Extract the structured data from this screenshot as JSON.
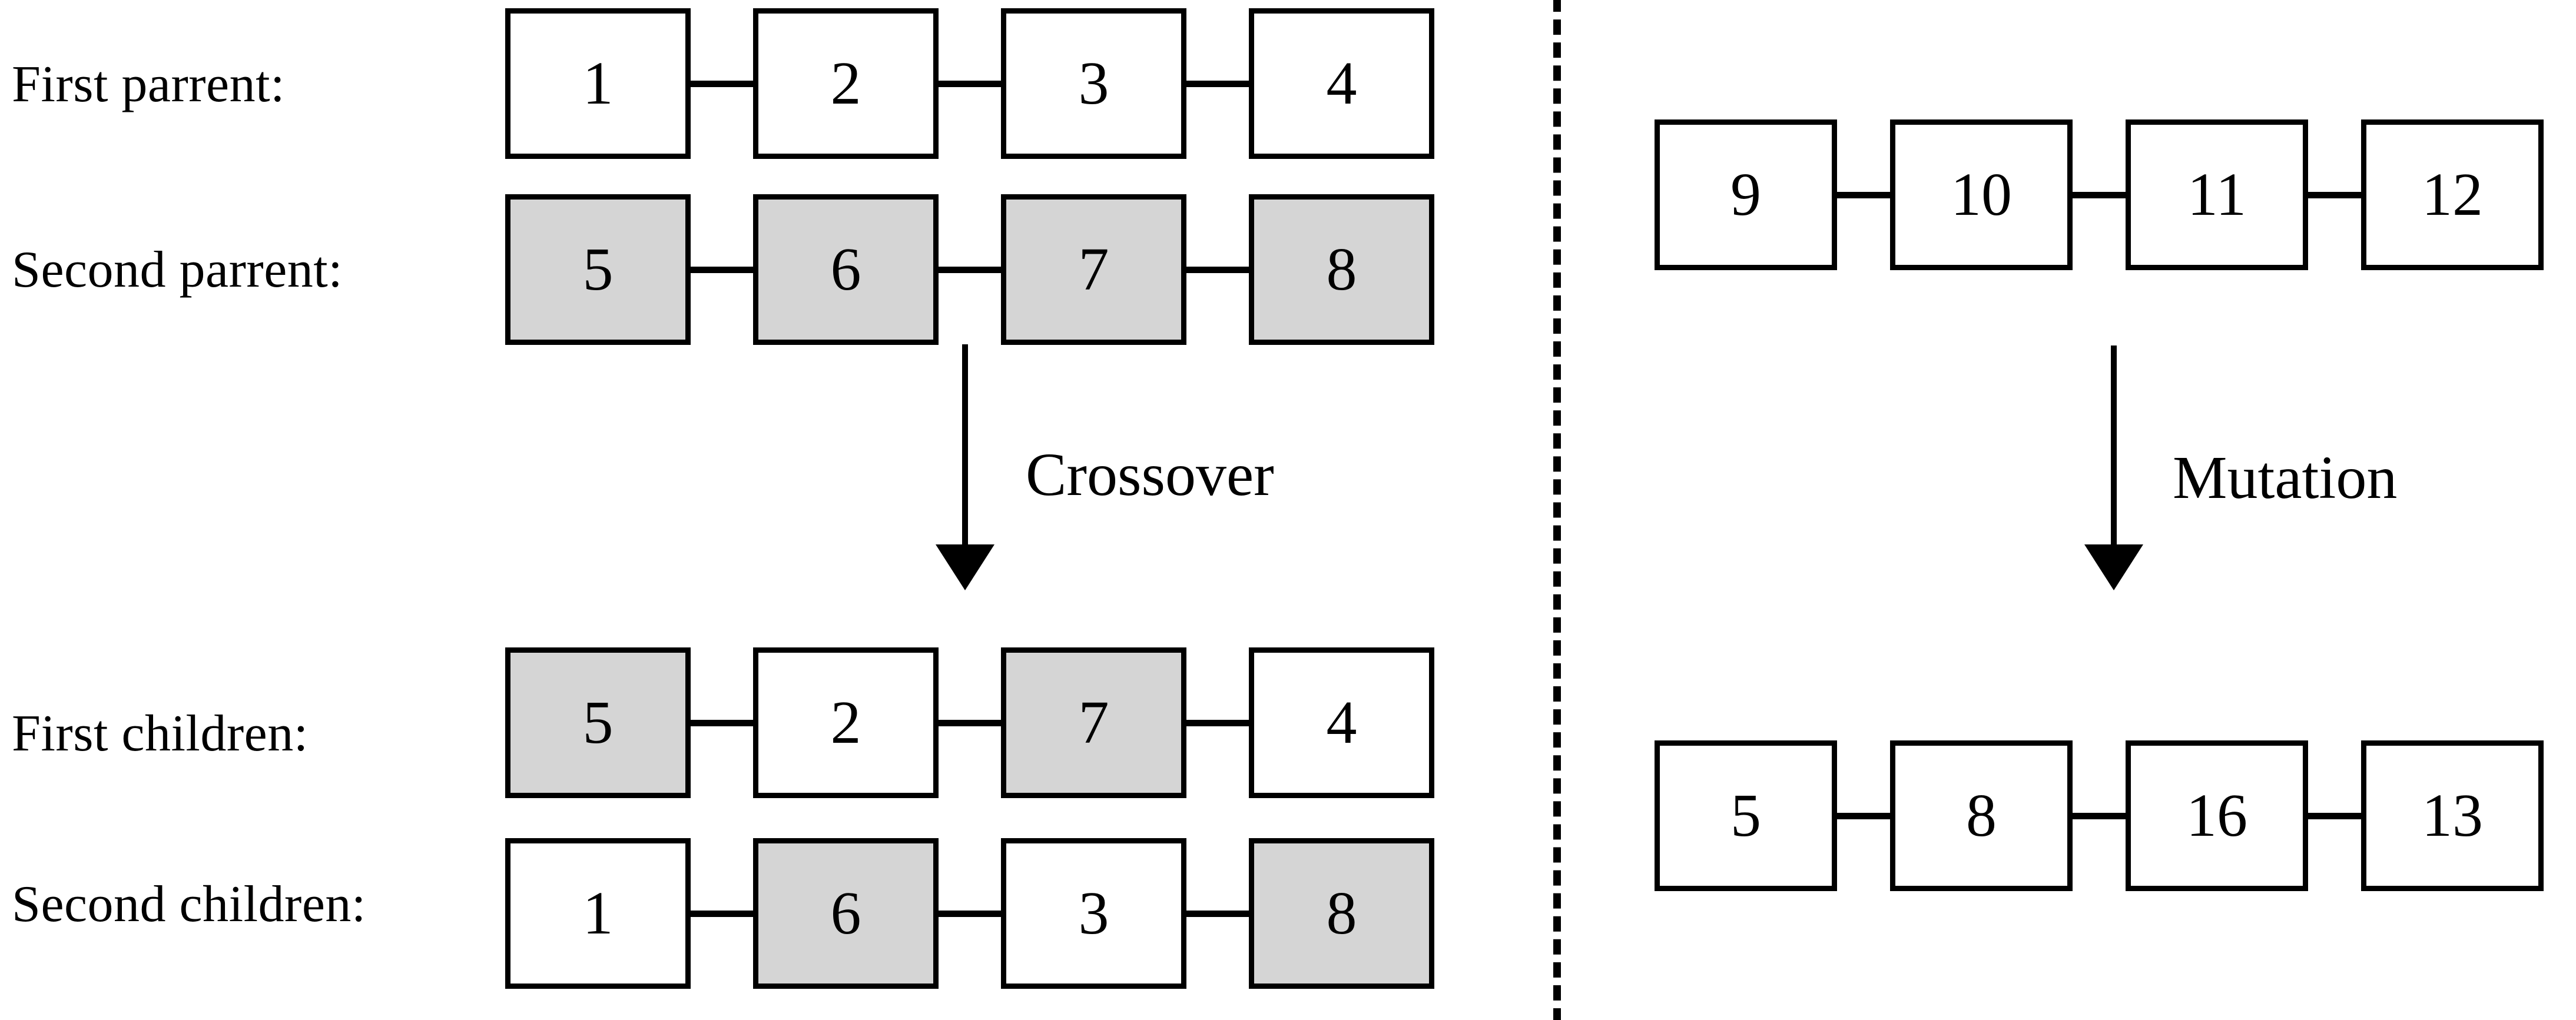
{
  "diagram": {
    "title": "Genetic algorithm crossover and mutation",
    "colors": {
      "shaded_gene_fill": "#d5d5d5",
      "plain_gene_fill": "#ffffff",
      "stroke": "#000000",
      "background": "#ffffff"
    }
  },
  "crossover_panel": {
    "operation_label": "Crossover",
    "rows": [
      {
        "label": "First parrent:",
        "genes": [
          {
            "value": "1",
            "shaded": false
          },
          {
            "value": "2",
            "shaded": false
          },
          {
            "value": "3",
            "shaded": false
          },
          {
            "value": "4",
            "shaded": false
          }
        ]
      },
      {
        "label": "Second parrent:",
        "genes": [
          {
            "value": "5",
            "shaded": true
          },
          {
            "value": "6",
            "shaded": true
          },
          {
            "value": "7",
            "shaded": true
          },
          {
            "value": "8",
            "shaded": true
          }
        ]
      },
      {
        "label": "First children:",
        "genes": [
          {
            "value": "5",
            "shaded": true
          },
          {
            "value": "2",
            "shaded": false
          },
          {
            "value": "7",
            "shaded": true
          },
          {
            "value": "4",
            "shaded": false
          }
        ]
      },
      {
        "label": "Second children:",
        "genes": [
          {
            "value": "1",
            "shaded": false
          },
          {
            "value": "6",
            "shaded": true
          },
          {
            "value": "3",
            "shaded": false
          },
          {
            "value": "8",
            "shaded": true
          }
        ]
      }
    ]
  },
  "mutation_panel": {
    "operation_label": "Mutation",
    "rows": [
      {
        "label": "",
        "genes": [
          {
            "value": "9",
            "shaded": false
          },
          {
            "value": "10",
            "shaded": false
          },
          {
            "value": "11",
            "shaded": false
          },
          {
            "value": "12",
            "shaded": false
          }
        ]
      },
      {
        "label": "",
        "genes": [
          {
            "value": "5",
            "shaded": false
          },
          {
            "value": "8",
            "shaded": false
          },
          {
            "value": "16",
            "shaded": false
          },
          {
            "value": "13",
            "shaded": false
          }
        ]
      }
    ]
  },
  "divider": {
    "style": "dashed-vertical"
  }
}
